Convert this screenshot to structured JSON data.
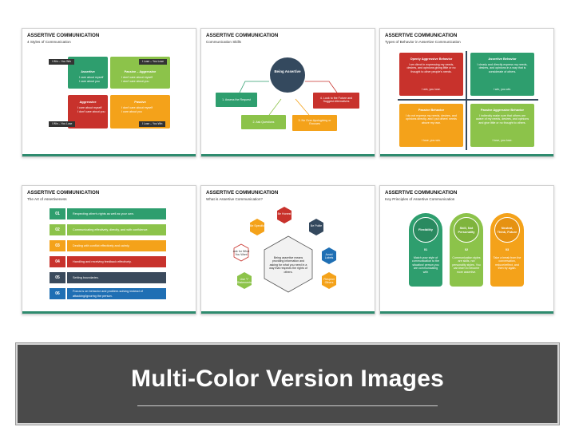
{
  "slide_title": "ASSERTIVE COMMUNICATION",
  "slides": [
    {
      "subtitle": "4 Styles of Communication",
      "tags": [
        "I Win – You Win",
        "I Lose – You Lose",
        "I Win – You Lose",
        "I Lose – You Win"
      ],
      "quads": [
        {
          "title": "Assertive",
          "lines": [
            "I care about myself",
            "I care about you"
          ],
          "color": "#2e9e6e"
        },
        {
          "title": "Passive – Aggressive",
          "lines": [
            "I don't care about myself",
            "I don't care about you"
          ],
          "color": "#8cc34a"
        },
        {
          "title": "Aggressive",
          "lines": [
            "I care about myself",
            "I don't care about you"
          ],
          "color": "#c8322c"
        },
        {
          "title": "Passive",
          "lines": [
            "I don't care about myself",
            "I care about you"
          ],
          "color": "#f4a21a"
        }
      ]
    },
    {
      "subtitle": "Communication Skills",
      "center": "Being Assertive",
      "items": [
        "1. Assess the Request",
        "2. Ask Questions",
        "3. No Over Apologizing or Excuses",
        "4. Look to the Future and Suggest Alternatives"
      ]
    },
    {
      "subtitle": "Types of Behavior in Assertive Communication",
      "boxes": [
        {
          "title": "Openly Aggressive Behavior",
          "body": "I am direct in expressing my needs, desires, and opinions giving little or no thought to other people's needs.",
          "tail": "I win, you lose."
        },
        {
          "title": "Assertive Behavior",
          "body": "I clearly and directly express my needs, desires, and opinions in a way that is considerate of others.",
          "tail": "I win, you win."
        },
        {
          "title": "Passive Behavior",
          "body": "I do not express my needs, desires, and opinions directly, and I put others' needs above my own.",
          "tail": "I lose, you win."
        },
        {
          "title": "Passive Aggressive Behavior",
          "body": "I indirectly make sure that others are aware of my needs, desires, and opinions and give little or no thought to others.",
          "tail": "I lose, you lose."
        }
      ]
    },
    {
      "subtitle": "The Art of Assertiveness",
      "rows": [
        {
          "num": "01",
          "text": "Respecting other's rights as well as your own.",
          "color": "#2e9e6e"
        },
        {
          "num": "02",
          "text": "Communicating effectively, directly, and with confidence.",
          "color": "#8cc34a"
        },
        {
          "num": "03",
          "text": "Dealing with conflict effectively and calmly.",
          "color": "#f4a21a"
        },
        {
          "num": "04",
          "text": "Handling and receiving feedback effectively.",
          "color": "#c8322c"
        },
        {
          "num": "05",
          "text": "Setting boundaries.",
          "color": "#3a4a5c"
        },
        {
          "num": "06",
          "text": "Focus is on behavior and problem-solving instead of attacking/ignoring the person.",
          "color": "#1f6fb4"
        }
      ]
    },
    {
      "subtitle": "What is Assertive Communication?",
      "center": "Being assertive means providing information and asking for what you need in a way that respects the rights of others.",
      "hexes": [
        "Be Honest",
        "Be Polite",
        "Avoid Labels",
        "Respect Others",
        "Use \"I\" Statements",
        "Ask for What You Want",
        "Be Specific"
      ]
    },
    {
      "subtitle": "Key Principles of Assertive Communication",
      "pillars": [
        {
          "title": "Flexibility",
          "num": "01",
          "body": "Match your style of communication to the situation/ person you are communicating with",
          "color": "#2e9e6e"
        },
        {
          "title": "Skill, Not Personality",
          "num": "02",
          "body": "Communication styles are skills, not personality styles. You can learn to become more assertive.",
          "color": "#8cc34a"
        },
        {
          "title": "Neutral, Think, Future",
          "num": "03",
          "body": "Take a break from the conversation, reduce/reflect, and then try again.",
          "color": "#f4a21a"
        }
      ]
    }
  ],
  "banner": {
    "title": "Multi-Color Version Images"
  }
}
